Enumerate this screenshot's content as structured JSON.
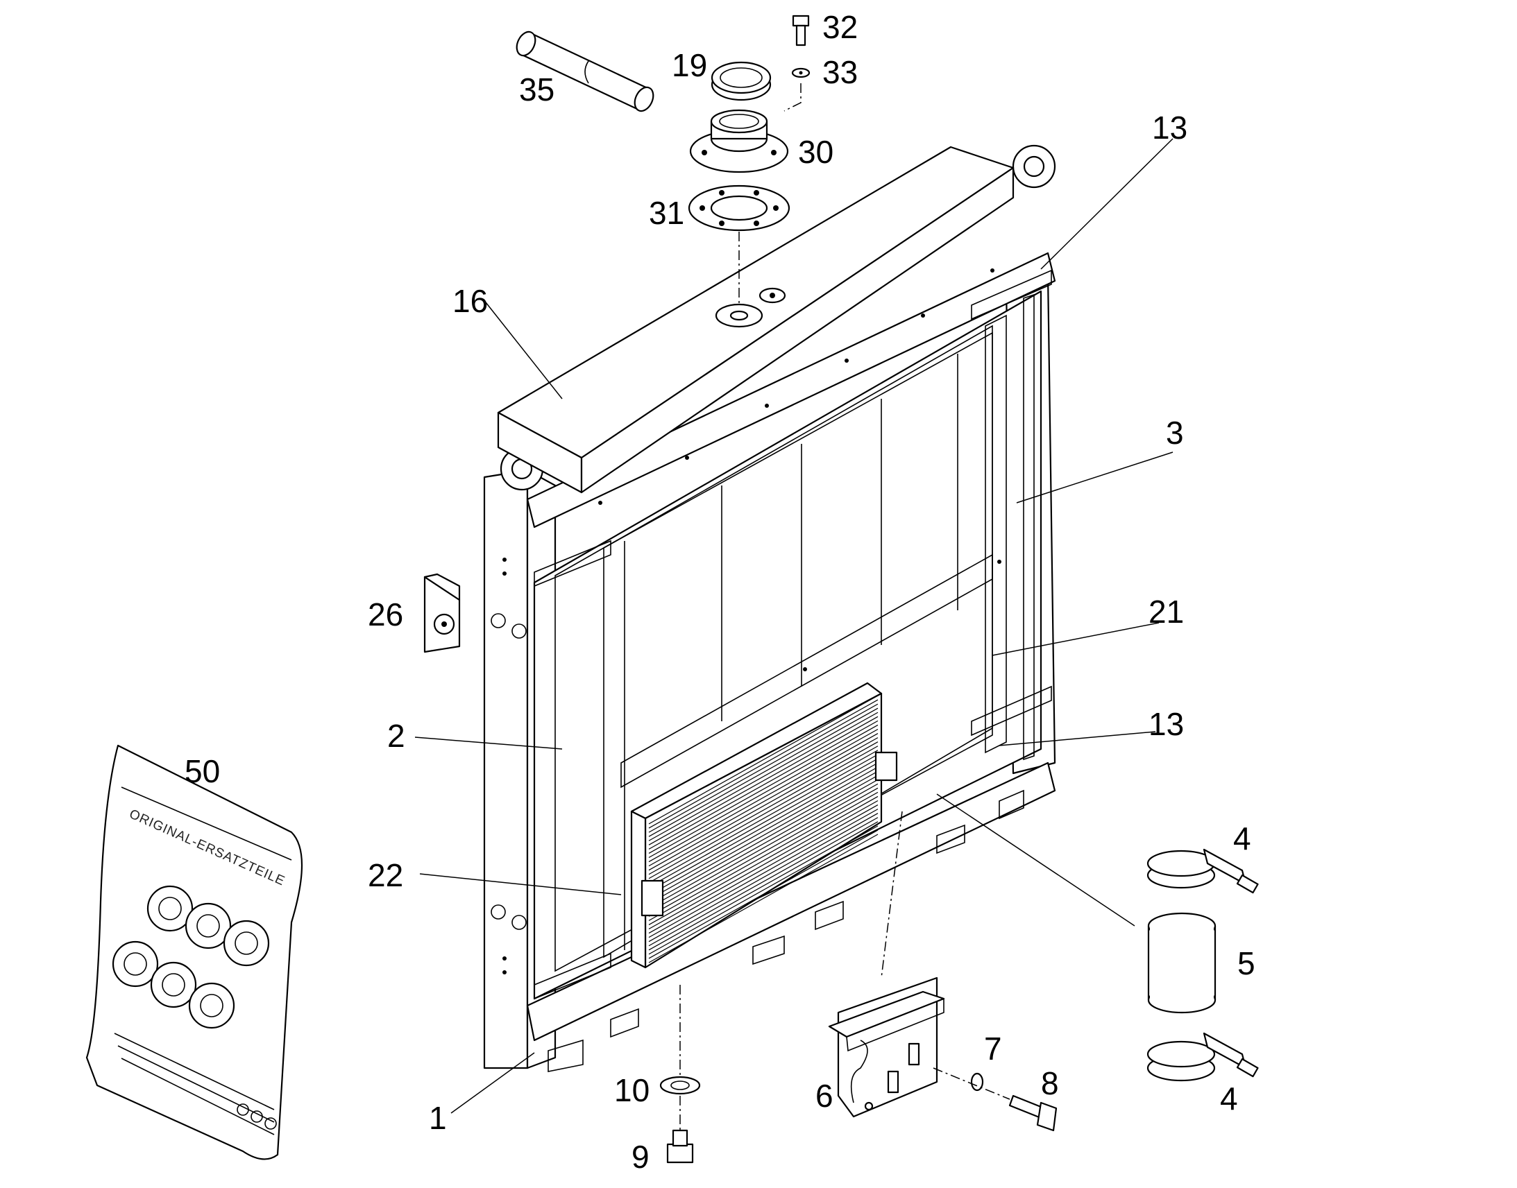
{
  "callouts": [
    {
      "id": "c1",
      "label": "1"
    },
    {
      "id": "c2",
      "label": "2"
    },
    {
      "id": "c3",
      "label": "3"
    },
    {
      "id": "c4a",
      "label": "4"
    },
    {
      "id": "c4b",
      "label": "4"
    },
    {
      "id": "c5",
      "label": "5"
    },
    {
      "id": "c6",
      "label": "6"
    },
    {
      "id": "c7",
      "label": "7"
    },
    {
      "id": "c8",
      "label": "8"
    },
    {
      "id": "c9",
      "label": "9"
    },
    {
      "id": "c10",
      "label": "10"
    },
    {
      "id": "c13a",
      "label": "13"
    },
    {
      "id": "c13b",
      "label": "13"
    },
    {
      "id": "c16",
      "label": "16"
    },
    {
      "id": "c19",
      "label": "19"
    },
    {
      "id": "c21",
      "label": "21"
    },
    {
      "id": "c22",
      "label": "22"
    },
    {
      "id": "c26",
      "label": "26"
    },
    {
      "id": "c30",
      "label": "30"
    },
    {
      "id": "c31",
      "label": "31"
    },
    {
      "id": "c32",
      "label": "32"
    },
    {
      "id": "c33",
      "label": "33"
    },
    {
      "id": "c35",
      "label": "35"
    },
    {
      "id": "c50",
      "label": "50"
    }
  ],
  "bag": {
    "text": "ORIGINAL-ERSATZTEILE"
  }
}
